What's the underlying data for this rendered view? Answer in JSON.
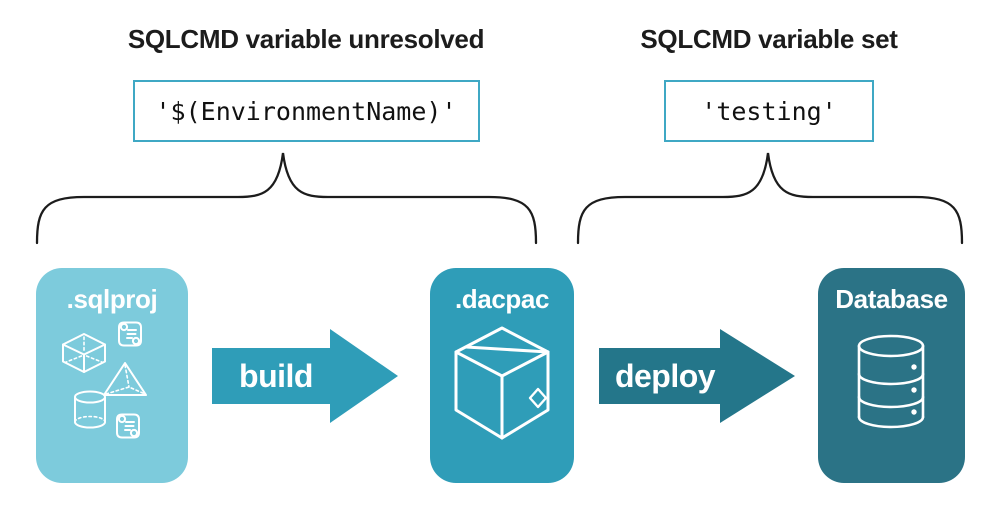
{
  "annotations": {
    "left": {
      "title": "SQLCMD variable unresolved",
      "code": "'$(EnvironmentName)'"
    },
    "right": {
      "title": "SQLCMD variable set",
      "code": "'testing'"
    }
  },
  "pipeline": {
    "nodes": [
      {
        "id": "sqlproj",
        "label": ".sqlproj"
      },
      {
        "id": "dacpac",
        "label": ".dacpac"
      },
      {
        "id": "database",
        "label": "Database"
      }
    ],
    "arrows": [
      {
        "id": "build",
        "label": "build"
      },
      {
        "id": "deploy",
        "label": "deploy"
      }
    ]
  },
  "colors": {
    "sqlproj_box": "#7dcbdc",
    "dacpac_box": "#2f9db8",
    "database_box": "#2b7386",
    "build_arrow": "#2f9db8",
    "deploy_arrow": "#24768a",
    "code_box_border": "#3fa8c4",
    "ink": "#1c1c1c"
  }
}
